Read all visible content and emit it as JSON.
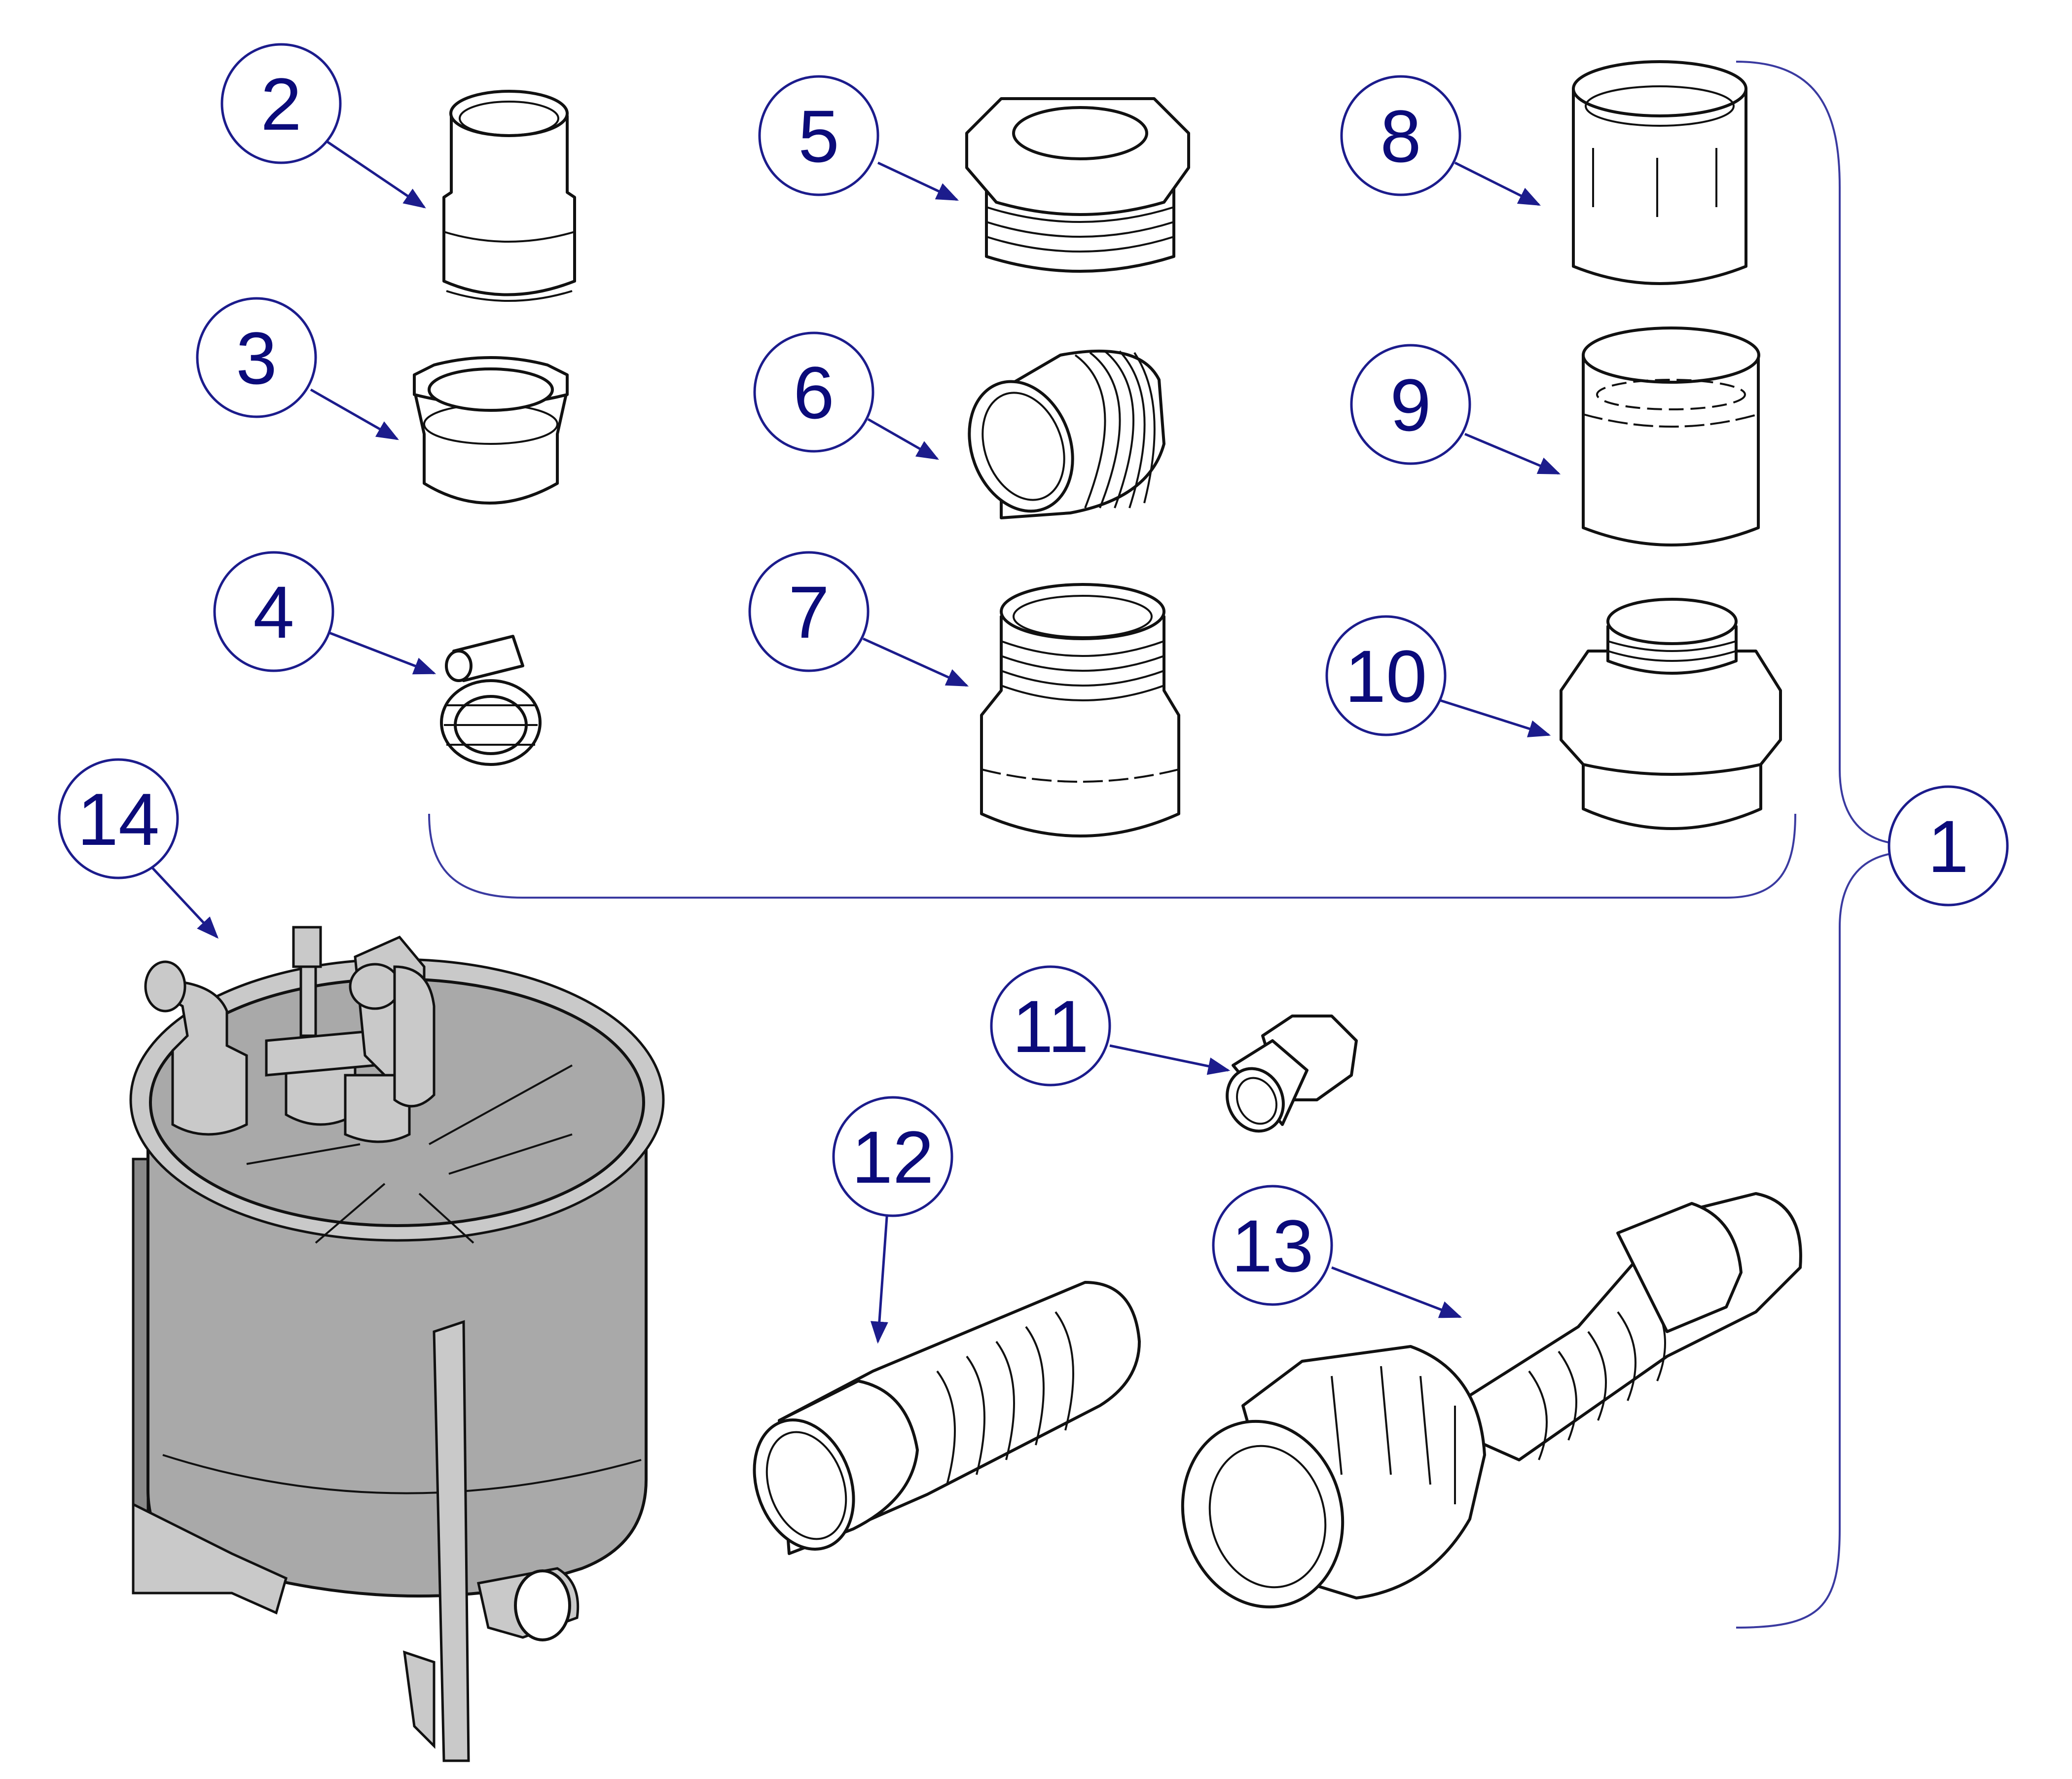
{
  "callouts": {
    "c1": "1",
    "c2": "2",
    "c3": "3",
    "c4": "4",
    "c5": "5",
    "c6": "6",
    "c7": "7",
    "c8": "8",
    "c9": "9",
    "c10": "10",
    "c11": "11",
    "c12": "12",
    "c13": "13",
    "c14": "14"
  },
  "colors": {
    "callout": "#0b0b7a",
    "leader": "#1c1c8c",
    "tank": "#a9a9a9",
    "line": "#111111"
  }
}
